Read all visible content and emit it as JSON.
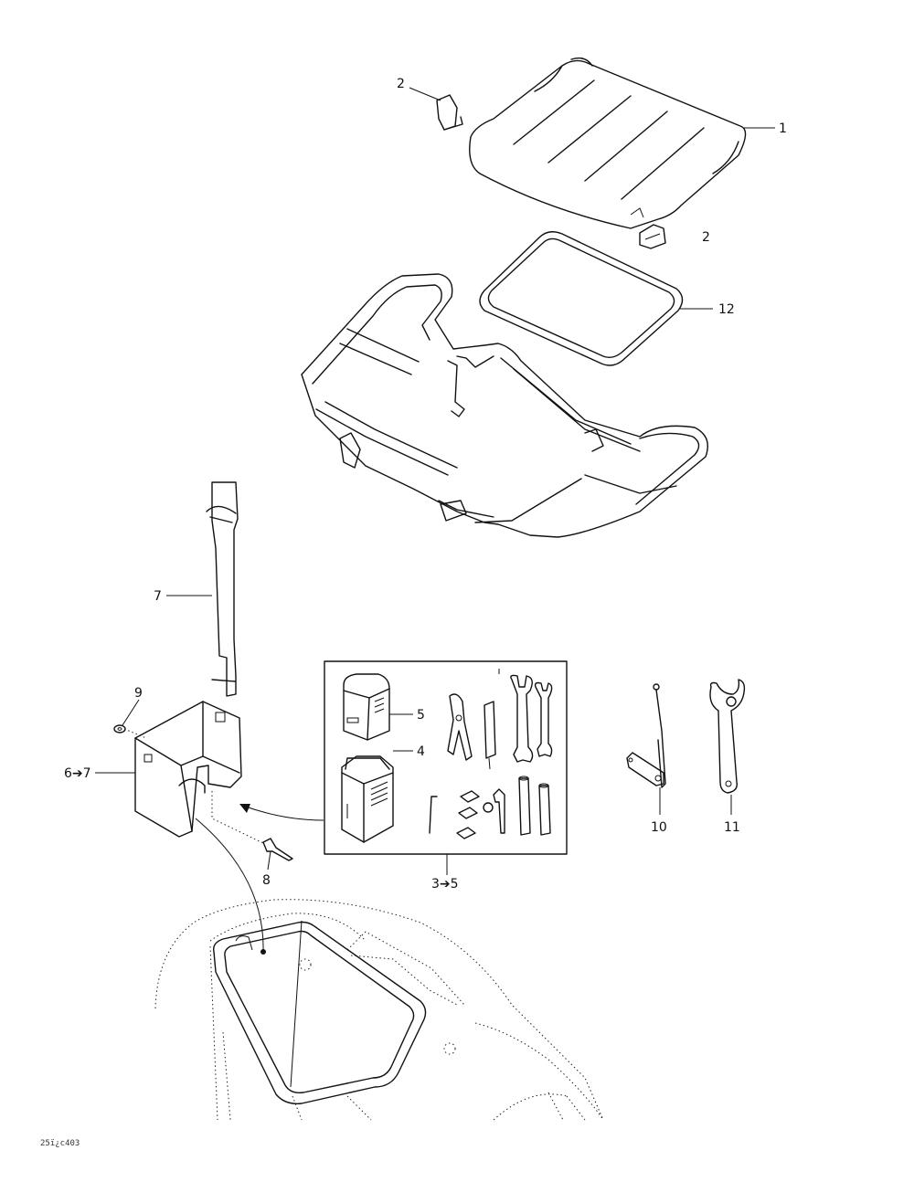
{
  "callouts": {
    "c1": "1",
    "c2a": "2",
    "c2b": "2",
    "c12": "12",
    "c7": "7",
    "c9": "9",
    "c6_7": "6➔7",
    "c5": "5",
    "c4": "4",
    "c8": "8",
    "c3_5": "3➔5",
    "c10": "10",
    "c11": "11"
  },
  "drawing_code": "25ï¿c403"
}
